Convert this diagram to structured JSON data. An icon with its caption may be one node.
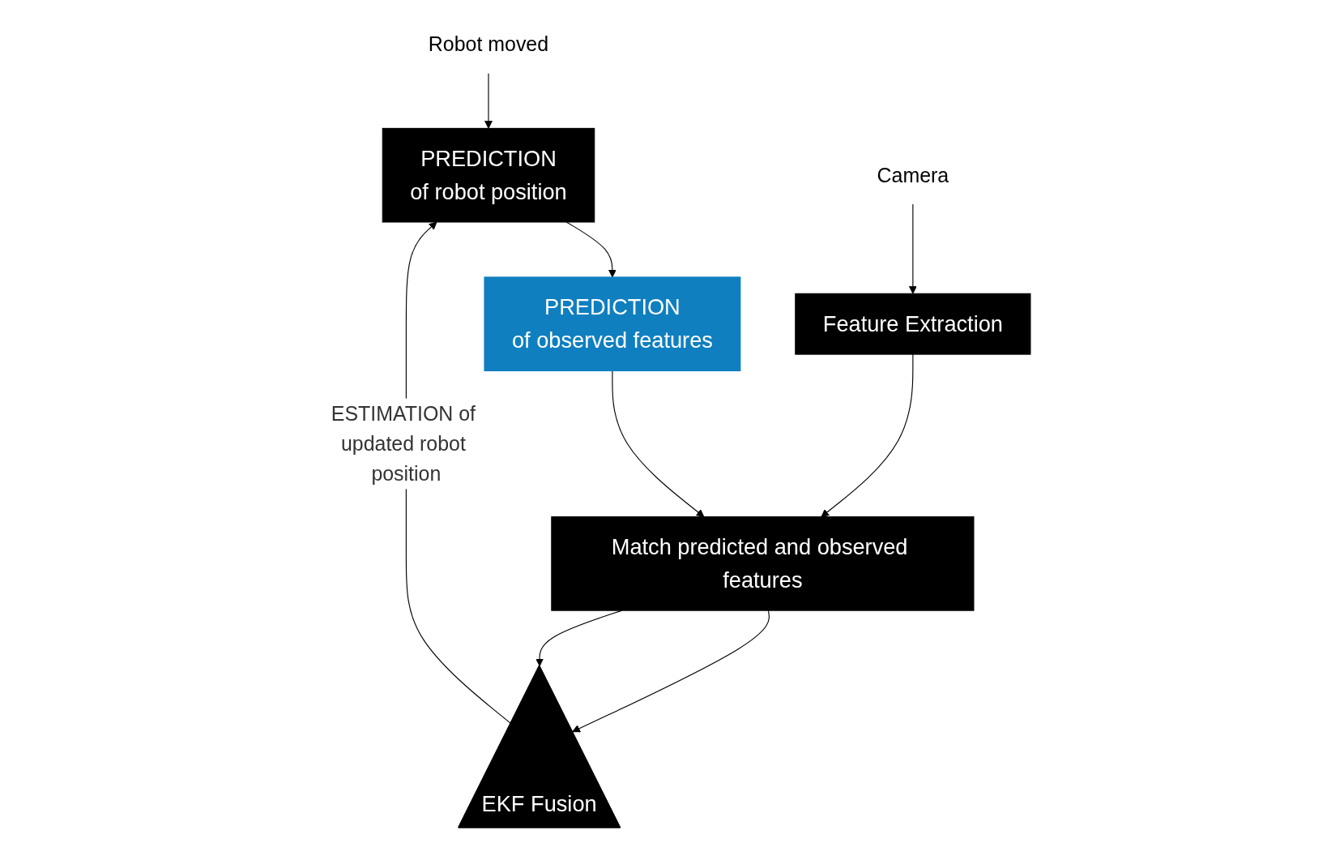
{
  "diagram": {
    "nodes": [
      {
        "text": [
          "Robot moved"
        ]
      },
      {
        "text": [
          "PREDICTION",
          "of robot position"
        ]
      },
      {
        "text": [
          "PREDICTION",
          "of observed features"
        ]
      },
      {
        "text": [
          "EKF Fusion"
        ]
      },
      {
        "text": [
          "Match predicted and observed features"
        ]
      },
      {
        "text": [
          "Feature Extraction"
        ]
      },
      {
        "text": [
          "Camera"
        ]
      }
    ],
    "edges": [
      {
        "from": 0,
        "to": 1,
        "arrow": "to"
      },
      {
        "from": 1,
        "to": 2,
        "arrow": "to"
      },
      {
        "from": 2,
        "to": 4,
        "arrow": "to"
      },
      {
        "from": 4,
        "to": 3,
        "arrow": "to"
      },
      {
        "from": 4,
        "to": 3,
        "arrow": "to"
      },
      {
        "from": 5,
        "to": 4,
        "arrow": "to"
      },
      {
        "from": 6,
        "to": 5,
        "arrow": "to"
      },
      {
        "from": 3,
        "to": 1,
        "arrow": "to",
        "label": "ESTIMATION of updated robot position"
      }
    ]
  }
}
